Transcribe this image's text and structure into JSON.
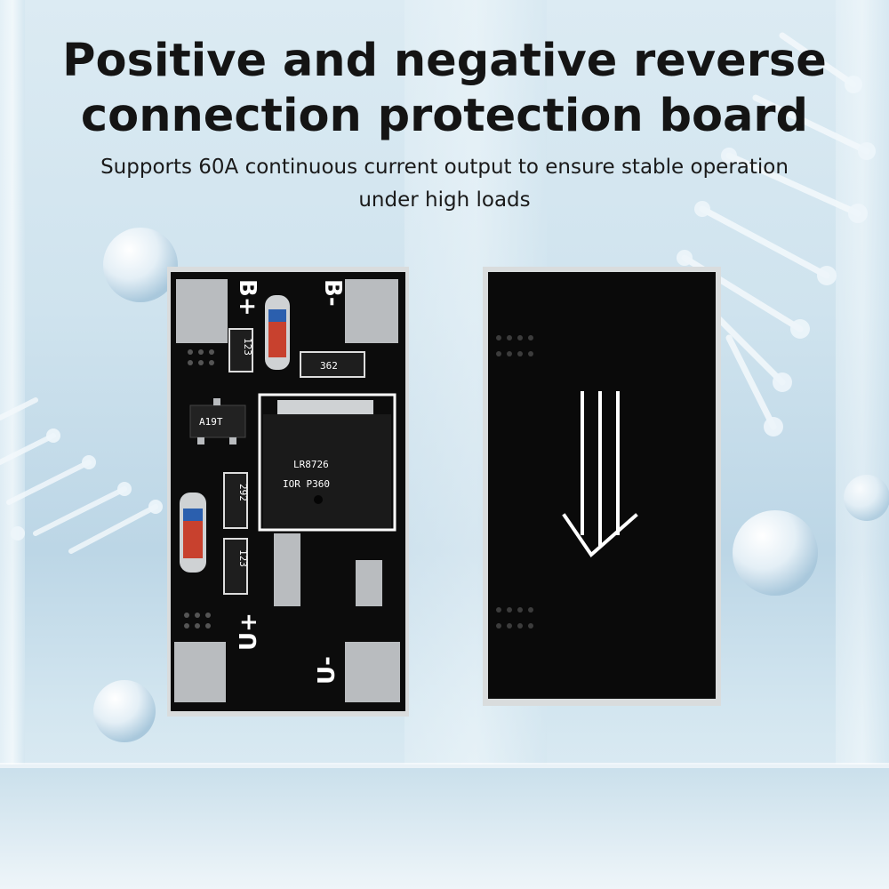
{
  "header": {
    "title_line1": "Positive and negative reverse",
    "title_line2": "connection protection board",
    "subtitle_line1": "Supports 60A continuous current output to ensure stable operation",
    "subtitle_line2": "under high loads"
  },
  "board_front": {
    "label_b_plus": "B+",
    "label_b_minus": "B-",
    "label_u_plus": "U+",
    "label_u_minus": "U-",
    "resistor_top": "123",
    "resistor_smd": "362",
    "ic_small": "A19T",
    "mosfet_line1": "LR8726",
    "mosfet_line2": "IOR P360",
    "resistor_mid": "292",
    "resistor_bottom": "123"
  },
  "board_back": {
    "arrow_icon": "double-arrow-down-icon"
  },
  "colors": {
    "pcb_black": "#0c0c0c",
    "pad_silver": "#b9bcbf",
    "sky_blue": "#cfe3ee",
    "title_text": "#141414"
  }
}
